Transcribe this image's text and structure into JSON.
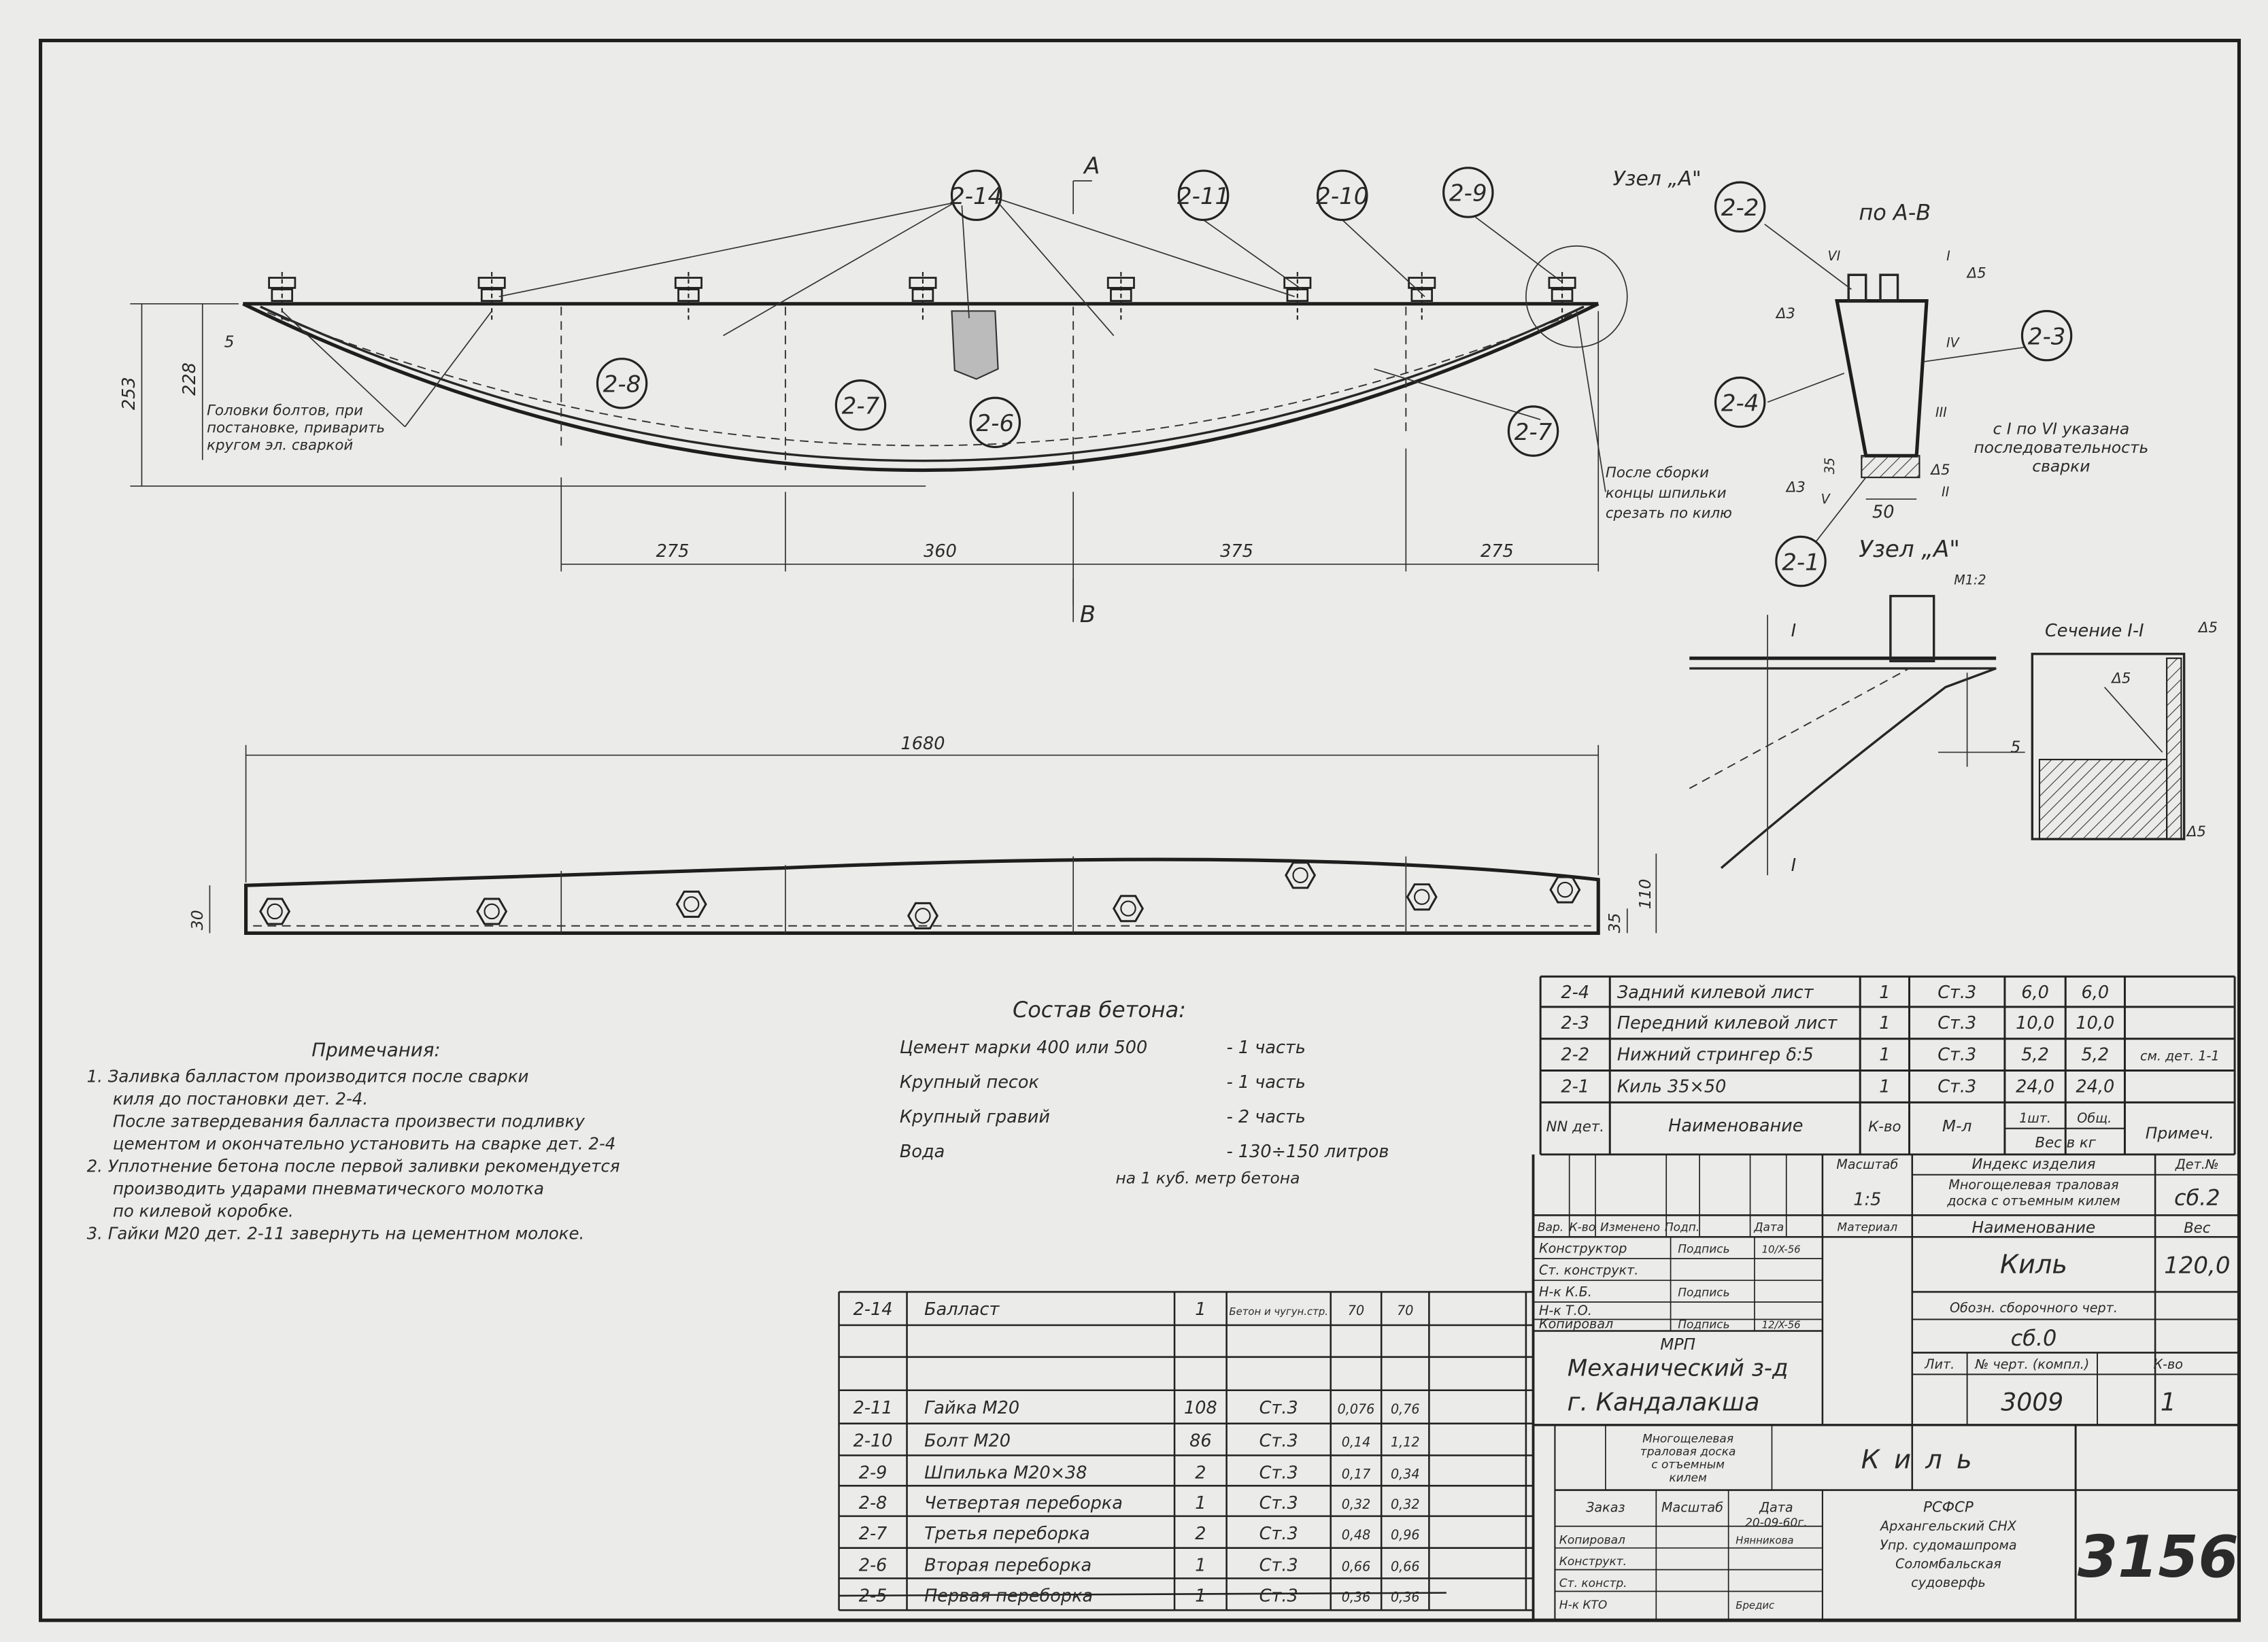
{
  "drawing": {
    "balloons": [
      "2-14",
      "2-11",
      "2-10",
      "2-9",
      "2-8",
      "2-7",
      "2-6",
      "2-7",
      "2-2",
      "2-3",
      "2-4",
      "2-1"
    ],
    "section_marks": {
      "a": "A",
      "b": "B"
    },
    "node_label": "Узел „А\"",
    "dims_side": {
      "h_total": "253",
      "h_inner": "228",
      "offset": "5",
      "spans": [
        "275",
        "360",
        "375",
        "275"
      ]
    },
    "leader_notes": {
      "heads": [
        "Головки болтов, при",
        "постановке, приварить",
        "кругом эл. сваркой"
      ],
      "cut": [
        "После сборки",
        "концы шпильки",
        "срезать по килю"
      ]
    },
    "dims_plan": {
      "length": "1680",
      "left": "30",
      "right_outer": "110",
      "right_inner": "35"
    },
    "section_ab": {
      "title": "по А-В",
      "width": "50",
      "dim_35": "35",
      "weld_marks": [
        "I",
        "II",
        "III",
        "IV",
        "V",
        "VI"
      ],
      "weld_size": "Δ5",
      "weld_size_3": "Δ3",
      "note": [
        "с I по VI указана",
        "последовательность",
        "сварки"
      ]
    },
    "node_a": {
      "title": "Узел „А\"",
      "scale": "М1:2",
      "cut_mark": "I",
      "dim": "5"
    },
    "section_11": {
      "title": "Сечение I-I",
      "weld": "Δ5",
      "weld_inner": "Δ5"
    }
  },
  "notes": {
    "title": "Примечания:",
    "lines": [
      "1. Заливка балластом производится после сварки",
      "киля до постановки дет. 2-4.",
      "После затвердевания балласта произвести подливку",
      "цементом и окончательно установить на сварке дет. 2-4",
      "2. Уплотнение бетона после первой заливки рекомендуется",
      "производить ударами пневматического молотка",
      "по килевой коробке.",
      "3. Гайки М20 дет. 2-11 завернуть на цементном молоке."
    ]
  },
  "concrete": {
    "title": "Состав бетона:",
    "items": [
      {
        "name": "Цемент марки 400 или 500",
        "amount": "- 1 часть"
      },
      {
        "name": "Крупный песок",
        "amount": "- 1 часть"
      },
      {
        "name": "Крупный гравий",
        "amount": "- 2 часть"
      },
      {
        "name": "Вода",
        "amount": "- 130÷150 литров"
      }
    ],
    "footer": "на 1 куб. метр бетона"
  },
  "spec_upper": {
    "rows": [
      [
        "2-4",
        "Задний килевой лист",
        "1",
        "Ст.3",
        "6,0",
        "6,0",
        ""
      ],
      [
        "2-3",
        "Передний килевой лист",
        "1",
        "Ст.3",
        "10,0",
        "10,0",
        ""
      ],
      [
        "2-2",
        "Нижний стрингер δ:5",
        "1",
        "Ст.3",
        "5,2",
        "5,2",
        "см. дет. 1-1"
      ],
      [
        "2-1",
        "Киль 35×50",
        "1",
        "Ст.3",
        "24,0",
        "24,0",
        ""
      ]
    ],
    "header": {
      "num": "NN дет.",
      "name": "Наименование",
      "qty": "К-во",
      "material": "М-л",
      "w1": "1шт.",
      "wt": "Общ.",
      "weight": "Вес в кг",
      "note": "Примеч."
    }
  },
  "spec_lower": {
    "rows": [
      [
        "2-14",
        "Балласт",
        "1",
        "Бетон и чугун.стр.",
        "70",
        "70",
        ""
      ],
      [
        "",
        "",
        "",
        "",
        "",
        "",
        ""
      ],
      [
        "",
        "",
        "",
        "",
        "",
        "",
        ""
      ],
      [
        "2-11",
        "Гайка М20",
        "108",
        "Ст.3",
        "0,076",
        "0,76",
        ""
      ],
      [
        "2-10",
        "Болт М20",
        "86",
        "Ст.3",
        "0,14",
        "1,12",
        ""
      ],
      [
        "2-9",
        "Шпилька М20×38",
        "2",
        "Ст.3",
        "0,17",
        "0,34",
        ""
      ],
      [
        "2-8",
        "Четвертая переборка",
        "1",
        "Ст.3",
        "0,32",
        "0,32",
        ""
      ],
      [
        "2-7",
        "Третья переборка",
        "2",
        "Ст.3",
        "0,48",
        "0,96",
        ""
      ],
      [
        "2-6",
        "Вторая переборка",
        "1",
        "Ст.3",
        "0,66",
        "0,66",
        ""
      ],
      [
        "2-5",
        "Первая переборка",
        "1",
        "Ст.3",
        "0,36",
        "0,36",
        ""
      ]
    ]
  },
  "title_block": {
    "scale_label": "Масштаб",
    "scale": "1:5",
    "index_label": "Индекс изделия",
    "index": [
      "Многощелевая траловая",
      "доска с отъемным килем"
    ],
    "det_no_label": "Дет.№",
    "det_no": "сб.2",
    "rev_headers": [
      "Вар.",
      "К-во",
      "Изменено",
      "Подп.",
      "Дата"
    ],
    "material_label": "Материал",
    "name_label": "Наименование",
    "weight_label": "Вес",
    "roles": [
      {
        "role": "Конструктор",
        "sign": "Подпись",
        "date": "10/X-56"
      },
      {
        "role": "Ст. конструкт.",
        "sign": "",
        "date": ""
      },
      {
        "role": "Н-к К.Б.",
        "sign": "Подпись",
        "date": ""
      },
      {
        "role": "Н-к Т.О.",
        "sign": "",
        "date": ""
      },
      {
        "role": "Копировал",
        "sign": "Подпись",
        "date": "12/X-56"
      }
    ],
    "part_name": "Киль",
    "weight": "120,0",
    "assembly_label": "Обозн. сборочного черт.",
    "assembly": "сб.0",
    "lit_label": "Лит.",
    "drawing_no_label": "№ черт. (компл.)",
    "qty_label": "К-во",
    "drawing_no": "3009",
    "qty": "1",
    "org": [
      "МРП",
      "Механический з-д",
      "г. Кандалакша"
    ],
    "product": [
      "Многощелевая",
      "траловая доска",
      "с отъемным",
      "килем"
    ],
    "part_name_big": "Киль",
    "order_headers": [
      "Заказ",
      "Масштаб",
      "Дата"
    ],
    "order_date": "20-09-60г.",
    "copy_roles": [
      {
        "role": "Копировал",
        "name": "Нянникова"
      },
      {
        "role": "Конструкт.",
        "name": ""
      },
      {
        "role": "Ст. констр.",
        "name": ""
      },
      {
        "role": "Н-к КТО",
        "name": "Бредис"
      }
    ],
    "enterprise": [
      "РСФСР",
      "Архангельский СНХ",
      "Упр. судомашпрома",
      "Соломбальская",
      "судоверфь"
    ],
    "archive_no": "3156"
  }
}
